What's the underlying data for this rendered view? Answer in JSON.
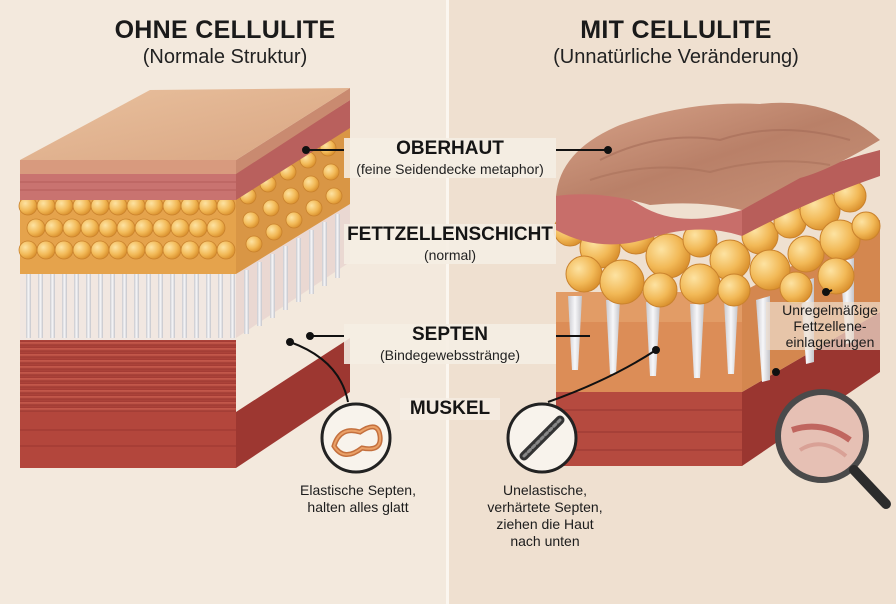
{
  "left": {
    "title": "OHNE CELLULITE",
    "subtitle": "(Normale Struktur)",
    "caption": "Elastische Septen,\nhalten alles glatt"
  },
  "right": {
    "title": "MIT CELLULITE",
    "subtitle": "(Unnatürliche Veränderung)",
    "caption": "Unelastische,\nverhärtete Septen,\nziehen die Haut\nnach unten",
    "side_label": "Unregelmäßige\nFettzellene-\neinlagerungen"
  },
  "labels": {
    "oberhaut": {
      "main": "OBERHAUT",
      "sub": "(feine Seidendecke metaphor)"
    },
    "fettzellen": {
      "main": "FETTZELLENSCHICHT",
      "sub": "(normal)"
    },
    "septen": {
      "main": "SEPTEN",
      "sub": "(Bindegewebsstränge)"
    },
    "muskel": {
      "main": "MUSKEL"
    }
  },
  "colors": {
    "epidermis": "#e3b38f",
    "dermis": "#c9716d",
    "fat": "#f0b95a",
    "septa": "#e6e6e8",
    "muscle": "#b84a40"
  }
}
